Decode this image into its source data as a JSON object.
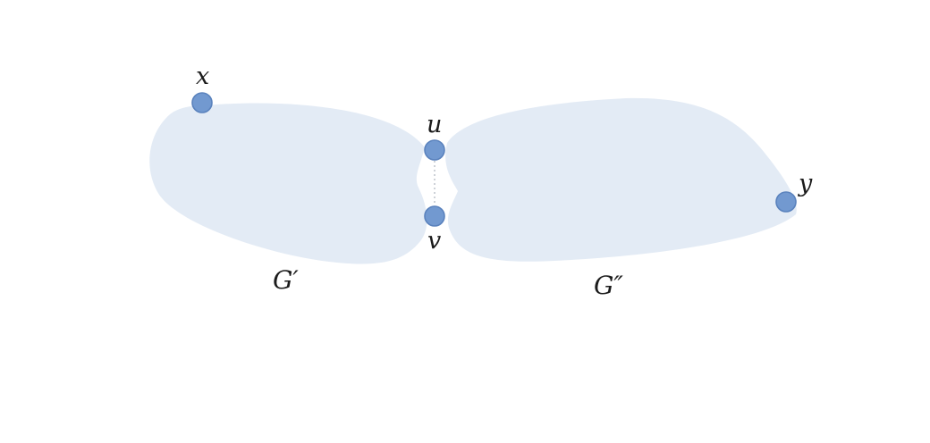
{
  "diagram": {
    "vertices": [
      {
        "id": "x",
        "label": "x"
      },
      {
        "id": "u",
        "label": "u"
      },
      {
        "id": "v",
        "label": "v"
      },
      {
        "id": "y",
        "label": "y"
      }
    ],
    "regions": [
      {
        "id": "G1",
        "label": "G′"
      },
      {
        "id": "G2",
        "label": "G″"
      }
    ],
    "edges": [
      {
        "from": "u",
        "to": "v",
        "style": "dashed"
      }
    ],
    "colors": {
      "region_fill": "#e3ebf5",
      "vertex_fill": "#7299d0",
      "vertex_stroke": "#5a82bd",
      "edge": "#b9bfc8"
    }
  }
}
